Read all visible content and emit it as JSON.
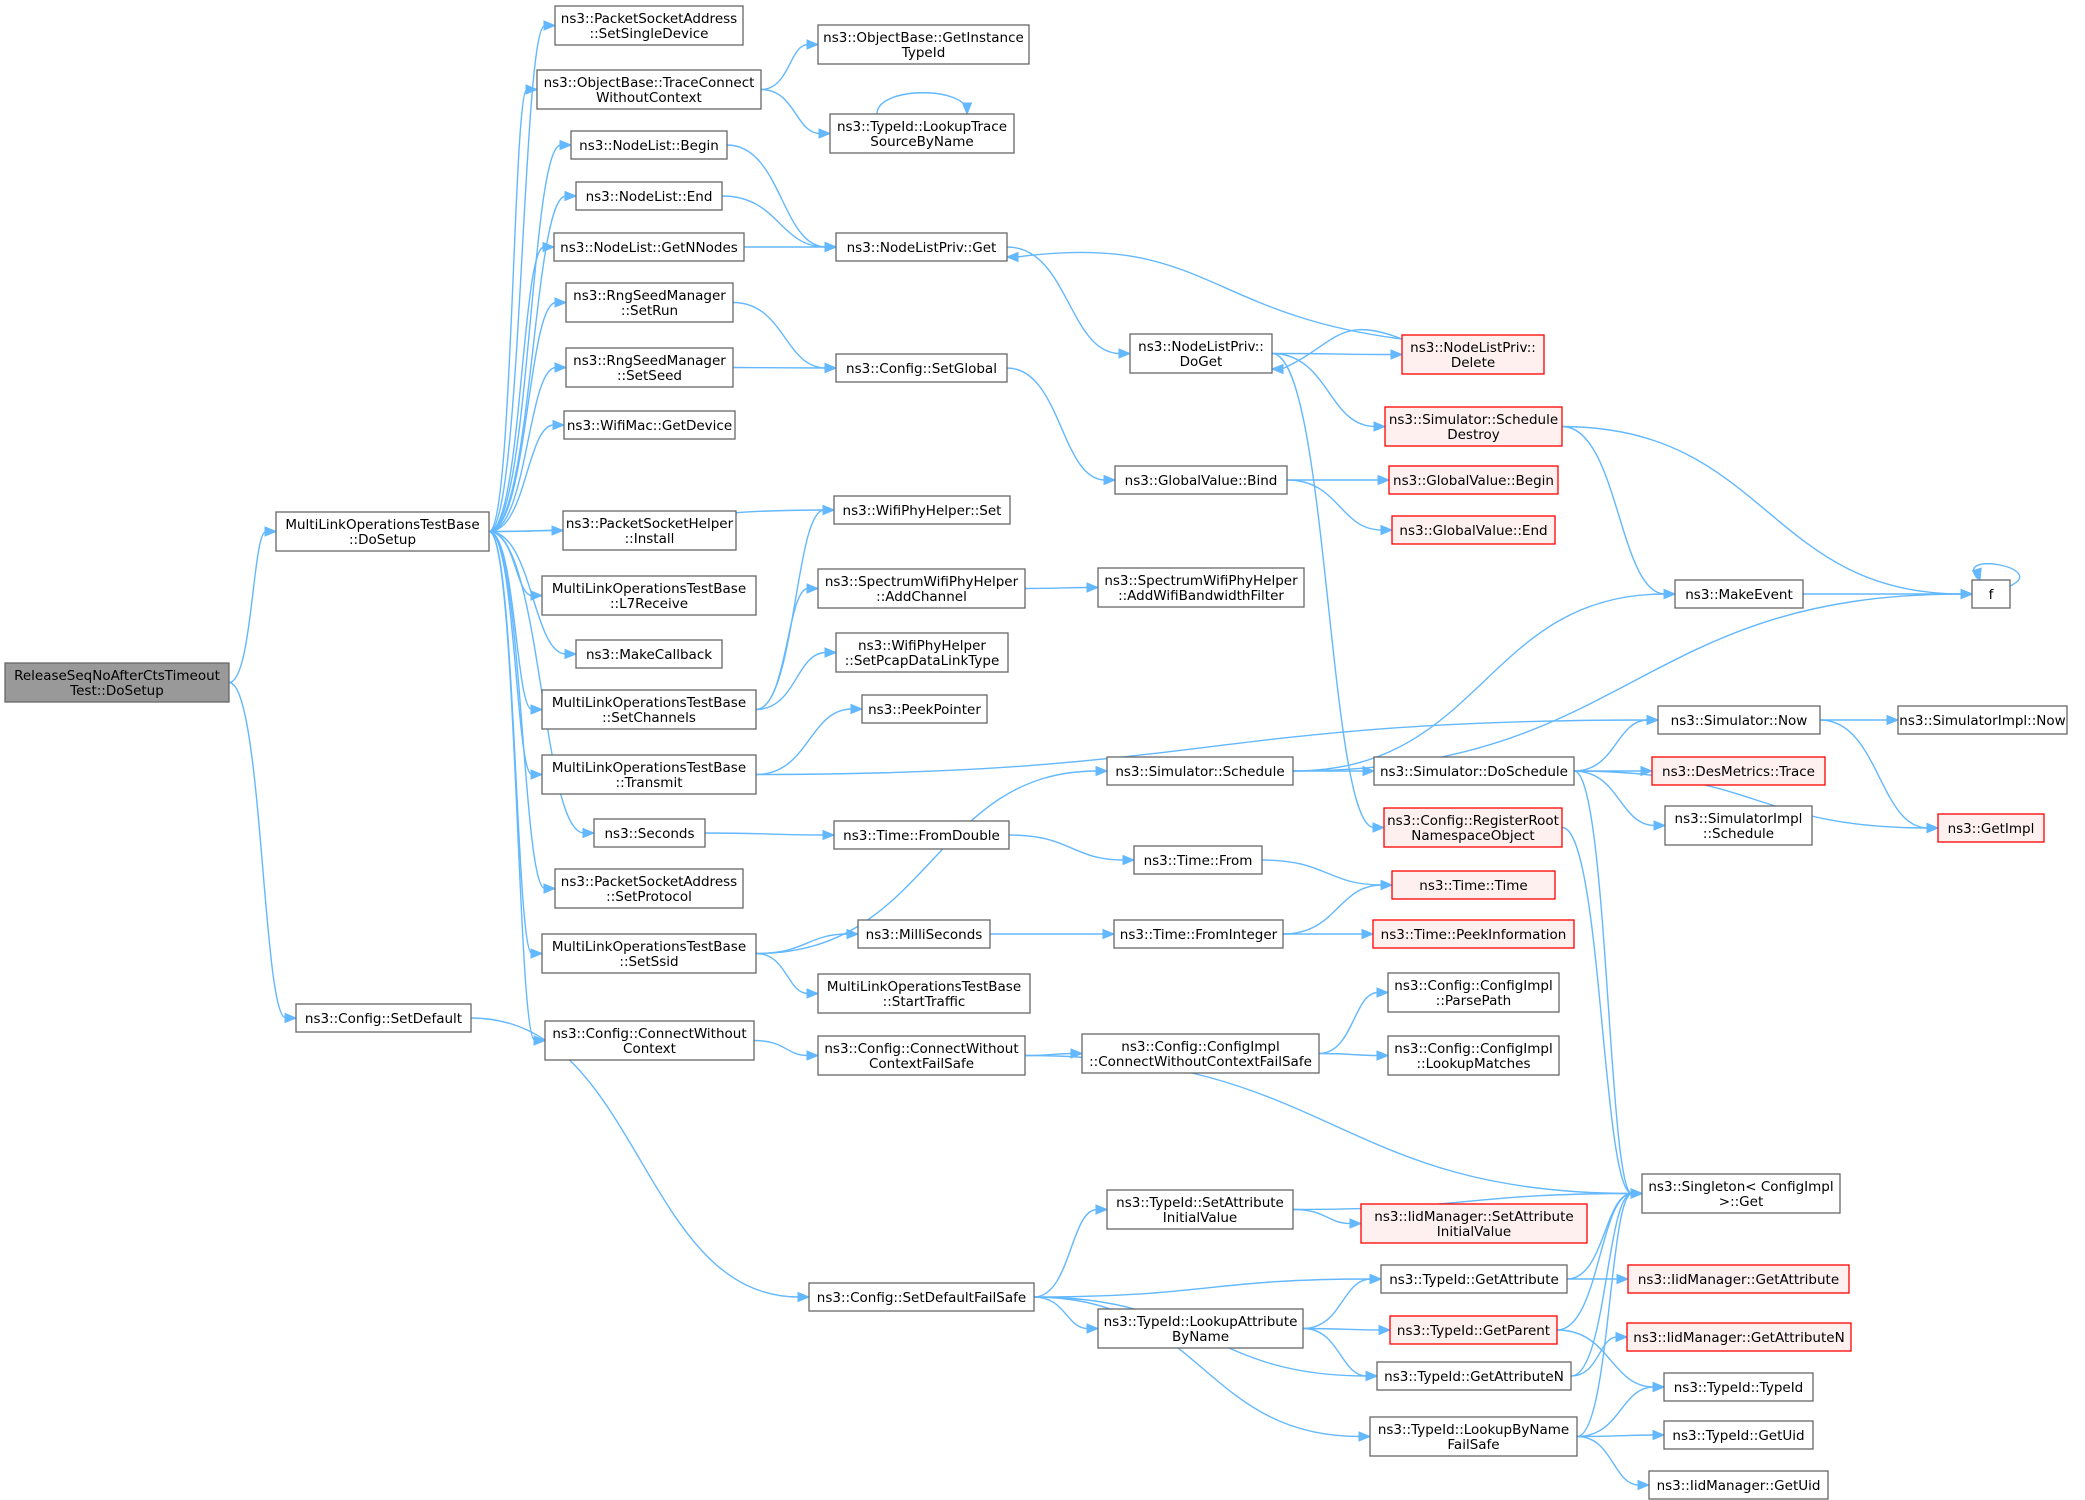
{
  "colors": {
    "root_fill": "#999999",
    "root_stroke": "#666666",
    "normal_fill": "#ffffff",
    "normal_stroke": "#666666",
    "truncated_fill": "#fff0f0",
    "truncated_stroke": "#ff0000",
    "edge": "#63b8ff"
  },
  "nodes": [
    {
      "id": "root",
      "lines": [
        "ReleaseSeqNoAfterCtsTimeout",
        "Test::DoSetup"
      ],
      "kind": "root"
    },
    {
      "id": "mlotb_dosetup",
      "lines": [
        "MultiLinkOperationsTestBase",
        "::DoSetup"
      ],
      "kind": "normal"
    },
    {
      "id": "cfg_setdefault",
      "lines": [
        "ns3::Config::SetDefault"
      ],
      "kind": "normal"
    },
    {
      "id": "psa_setsingle",
      "lines": [
        "ns3::PacketSocketAddress",
        "::SetSingleDevice"
      ],
      "kind": "normal"
    },
    {
      "id": "ob_traceconnect",
      "lines": [
        "ns3::ObjectBase::TraceConnect",
        "WithoutContext"
      ],
      "kind": "normal"
    },
    {
      "id": "nl_begin",
      "lines": [
        "ns3::NodeList::Begin"
      ],
      "kind": "normal"
    },
    {
      "id": "nl_end",
      "lines": [
        "ns3::NodeList::End"
      ],
      "kind": "normal"
    },
    {
      "id": "nl_getn",
      "lines": [
        "ns3::NodeList::GetNNodes"
      ],
      "kind": "normal"
    },
    {
      "id": "rsm_setrun",
      "lines": [
        "ns3::RngSeedManager",
        "::SetRun"
      ],
      "kind": "normal"
    },
    {
      "id": "rsm_setseed",
      "lines": [
        "ns3::RngSeedManager",
        "::SetSeed"
      ],
      "kind": "normal"
    },
    {
      "id": "wm_getdevice",
      "lines": [
        "ns3::WifiMac::GetDevice"
      ],
      "kind": "normal"
    },
    {
      "id": "psh_install",
      "lines": [
        "ns3::PacketSocketHelper",
        "::Install"
      ],
      "kind": "normal"
    },
    {
      "id": "mlotb_l7",
      "lines": [
        "MultiLinkOperationsTestBase",
        "::L7Receive"
      ],
      "kind": "normal"
    },
    {
      "id": "makecallback",
      "lines": [
        "ns3::MakeCallback"
      ],
      "kind": "normal"
    },
    {
      "id": "mlotb_setchannels",
      "lines": [
        "MultiLinkOperationsTestBase",
        "::SetChannels"
      ],
      "kind": "normal"
    },
    {
      "id": "mlotb_transmit",
      "lines": [
        "MultiLinkOperationsTestBase",
        "::Transmit"
      ],
      "kind": "normal"
    },
    {
      "id": "seconds",
      "lines": [
        "ns3::Seconds"
      ],
      "kind": "normal"
    },
    {
      "id": "psa_setprotocol",
      "lines": [
        "ns3::PacketSocketAddress",
        "::SetProtocol"
      ],
      "kind": "normal"
    },
    {
      "id": "mlotb_setssid",
      "lines": [
        "MultiLinkOperationsTestBase",
        "::SetSsid"
      ],
      "kind": "normal"
    },
    {
      "id": "cfg_connectwithout",
      "lines": [
        "ns3::Config::ConnectWithout",
        "Context"
      ],
      "kind": "normal"
    },
    {
      "id": "ob_getinstance",
      "lines": [
        "ns3::ObjectBase::GetInstance",
        "TypeId"
      ],
      "kind": "normal"
    },
    {
      "id": "tid_lookuptrace",
      "lines": [
        "ns3::TypeId::LookupTrace",
        "SourceByName"
      ],
      "kind": "normal"
    },
    {
      "id": "nlp_get",
      "lines": [
        "ns3::NodeListPriv::Get"
      ],
      "kind": "normal"
    },
    {
      "id": "cfg_setglobal",
      "lines": [
        "ns3::Config::SetGlobal"
      ],
      "kind": "normal"
    },
    {
      "id": "wph_set",
      "lines": [
        "ns3::WifiPhyHelper::Set"
      ],
      "kind": "normal"
    },
    {
      "id": "swph_addchannel",
      "lines": [
        "ns3::SpectrumWifiPhyHelper",
        "::AddChannel"
      ],
      "kind": "normal"
    },
    {
      "id": "wph_setpcap",
      "lines": [
        "ns3::WifiPhyHelper",
        "::SetPcapDataLinkType"
      ],
      "kind": "normal"
    },
    {
      "id": "peekpointer",
      "lines": [
        "ns3::PeekPointer"
      ],
      "kind": "normal"
    },
    {
      "id": "time_fromdouble",
      "lines": [
        "ns3::Time::FromDouble"
      ],
      "kind": "normal"
    },
    {
      "id": "milliseconds",
      "lines": [
        "ns3::MilliSeconds"
      ],
      "kind": "normal"
    },
    {
      "id": "mlotb_starttraffic",
      "lines": [
        "MultiLinkOperationsTestBase",
        "::StartTraffic"
      ],
      "kind": "normal"
    },
    {
      "id": "cfg_connectfailsafe",
      "lines": [
        "ns3::Config::ConnectWithout",
        "ContextFailSafe"
      ],
      "kind": "normal"
    },
    {
      "id": "cfg_setdefaultfailsafe",
      "lines": [
        "ns3::Config::SetDefaultFailSafe"
      ],
      "kind": "normal"
    },
    {
      "id": "nlp_doget",
      "lines": [
        "ns3::NodeListPriv::",
        "DoGet"
      ],
      "kind": "normal"
    },
    {
      "id": "gv_bind",
      "lines": [
        "ns3::GlobalValue::Bind"
      ],
      "kind": "normal"
    },
    {
      "id": "swph_addwifibw",
      "lines": [
        "ns3::SpectrumWifiPhyHelper",
        "::AddWifiBandwidthFilter"
      ],
      "kind": "normal"
    },
    {
      "id": "sim_schedule",
      "lines": [
        "ns3::Simulator::Schedule"
      ],
      "kind": "normal"
    },
    {
      "id": "time_from",
      "lines": [
        "ns3::Time::From"
      ],
      "kind": "normal"
    },
    {
      "id": "time_frominteger",
      "lines": [
        "ns3::Time::FromInteger"
      ],
      "kind": "normal"
    },
    {
      "id": "cci_connectfailsafe",
      "lines": [
        "ns3::Config::ConfigImpl",
        "::ConnectWithoutContextFailSafe"
      ],
      "kind": "normal"
    },
    {
      "id": "tid_setattrinit",
      "lines": [
        "ns3::TypeId::SetAttribute",
        "InitialValue"
      ],
      "kind": "normal"
    },
    {
      "id": "tid_lookupattr",
      "lines": [
        "ns3::TypeId::LookupAttribute",
        "ByName"
      ],
      "kind": "normal"
    },
    {
      "id": "nlp_delete",
      "lines": [
        "ns3::NodeListPriv::",
        "Delete"
      ],
      "kind": "truncated"
    },
    {
      "id": "sim_scheduledestroy",
      "lines": [
        "ns3::Simulator::Schedule",
        "Destroy"
      ],
      "kind": "truncated"
    },
    {
      "id": "gv_begin",
      "lines": [
        "ns3::GlobalValue::Begin"
      ],
      "kind": "truncated"
    },
    {
      "id": "gv_end",
      "lines": [
        "ns3::GlobalValue::End"
      ],
      "kind": "truncated"
    },
    {
      "id": "sim_doschedule",
      "lines": [
        "ns3::Simulator::DoSchedule"
      ],
      "kind": "normal"
    },
    {
      "id": "cfg_registerroot",
      "lines": [
        "ns3::Config::RegisterRoot",
        "NamespaceObject"
      ],
      "kind": "truncated"
    },
    {
      "id": "time_time",
      "lines": [
        "ns3::Time::Time"
      ],
      "kind": "truncated"
    },
    {
      "id": "time_peekinfo",
      "lines": [
        "ns3::Time::PeekInformation"
      ],
      "kind": "truncated"
    },
    {
      "id": "cci_parsepath",
      "lines": [
        "ns3::Config::ConfigImpl",
        "::ParsePath"
      ],
      "kind": "normal"
    },
    {
      "id": "cci_lookupmatches",
      "lines": [
        "ns3::Config::ConfigImpl",
        "::LookupMatches"
      ],
      "kind": "normal"
    },
    {
      "id": "iid_setattrinit",
      "lines": [
        "ns3::IidManager::SetAttribute",
        "InitialValue"
      ],
      "kind": "truncated"
    },
    {
      "id": "tid_getattribute",
      "lines": [
        "ns3::TypeId::GetAttribute"
      ],
      "kind": "normal"
    },
    {
      "id": "tid_getparent",
      "lines": [
        "ns3::TypeId::GetParent"
      ],
      "kind": "truncated"
    },
    {
      "id": "tid_getattributen",
      "lines": [
        "ns3::TypeId::GetAttributeN"
      ],
      "kind": "normal"
    },
    {
      "id": "tid_lookupbyname",
      "lines": [
        "ns3::TypeId::LookupByName",
        "FailSafe"
      ],
      "kind": "normal"
    },
    {
      "id": "makeevent",
      "lines": [
        "ns3::MakeEvent"
      ],
      "kind": "normal"
    },
    {
      "id": "sim_now",
      "lines": [
        "ns3::Simulator::Now"
      ],
      "kind": "normal"
    },
    {
      "id": "desmetrics",
      "lines": [
        "ns3::DesMetrics::Trace"
      ],
      "kind": "truncated"
    },
    {
      "id": "simimpl_schedule",
      "lines": [
        "ns3::SimulatorImpl",
        "::Schedule"
      ],
      "kind": "normal"
    },
    {
      "id": "singleton_get",
      "lines": [
        "ns3::Singleton< ConfigImpl",
        ">::Get"
      ],
      "kind": "normal"
    },
    {
      "id": "iid_getattribute",
      "lines": [
        "ns3::IidManager::GetAttribute"
      ],
      "kind": "truncated"
    },
    {
      "id": "iid_getattributen",
      "lines": [
        "ns3::IidManager::GetAttributeN"
      ],
      "kind": "truncated"
    },
    {
      "id": "tid_typeid",
      "lines": [
        "ns3::TypeId::TypeId"
      ],
      "kind": "normal"
    },
    {
      "id": "tid_getuid",
      "lines": [
        "ns3::TypeId::GetUid"
      ],
      "kind": "normal"
    },
    {
      "id": "iid_getuid",
      "lines": [
        "ns3::IidManager::GetUid"
      ],
      "kind": "normal"
    },
    {
      "id": "f",
      "lines": [
        "f"
      ],
      "kind": "normal"
    },
    {
      "id": "simimpl_now",
      "lines": [
        "ns3::SimulatorImpl::Now"
      ],
      "kind": "normal"
    },
    {
      "id": "getimpl",
      "lines": [
        "ns3::GetImpl"
      ],
      "kind": "truncated"
    }
  ],
  "edges": [
    [
      "root",
      "mlotb_dosetup"
    ],
    [
      "root",
      "cfg_setdefault"
    ],
    [
      "mlotb_dosetup",
      "psa_setsingle"
    ],
    [
      "mlotb_dosetup",
      "ob_traceconnect"
    ],
    [
      "mlotb_dosetup",
      "nl_begin"
    ],
    [
      "mlotb_dosetup",
      "nl_end"
    ],
    [
      "mlotb_dosetup",
      "nl_getn"
    ],
    [
      "mlotb_dosetup",
      "rsm_setrun"
    ],
    [
      "mlotb_dosetup",
      "rsm_setseed"
    ],
    [
      "mlotb_dosetup",
      "wm_getdevice"
    ],
    [
      "mlotb_dosetup",
      "wph_set"
    ],
    [
      "mlotb_dosetup",
      "psh_install"
    ],
    [
      "mlotb_dosetup",
      "mlotb_l7"
    ],
    [
      "mlotb_dosetup",
      "makecallback"
    ],
    [
      "mlotb_dosetup",
      "mlotb_setchannels"
    ],
    [
      "mlotb_dosetup",
      "mlotb_transmit"
    ],
    [
      "mlotb_dosetup",
      "seconds"
    ],
    [
      "mlotb_dosetup",
      "psa_setprotocol"
    ],
    [
      "mlotb_dosetup",
      "mlotb_setssid"
    ],
    [
      "mlotb_dosetup",
      "cfg_connectwithout"
    ],
    [
      "cfg_setdefault",
      "cfg_setdefaultfailsafe"
    ],
    [
      "ob_traceconnect",
      "ob_getinstance"
    ],
    [
      "ob_traceconnect",
      "tid_lookuptrace"
    ],
    [
      "tid_lookuptrace",
      "tid_lookuptrace"
    ],
    [
      "nl_begin",
      "nlp_get"
    ],
    [
      "nl_end",
      "nlp_get"
    ],
    [
      "nl_getn",
      "nlp_get"
    ],
    [
      "rsm_setrun",
      "cfg_setglobal"
    ],
    [
      "rsm_setseed",
      "cfg_setglobal"
    ],
    [
      "mlotb_setchannels",
      "wph_set"
    ],
    [
      "mlotb_setchannels",
      "swph_addchannel"
    ],
    [
      "mlotb_setchannels",
      "wph_setpcap"
    ],
    [
      "mlotb_transmit",
      "peekpointer"
    ],
    [
      "mlotb_transmit",
      "sim_now"
    ],
    [
      "seconds",
      "time_fromdouble"
    ],
    [
      "mlotb_setssid",
      "sim_schedule"
    ],
    [
      "mlotb_setssid",
      "milliseconds"
    ],
    [
      "mlotb_setssid",
      "mlotb_starttraffic"
    ],
    [
      "cfg_connectwithout",
      "cfg_connectfailsafe"
    ],
    [
      "nlp_get",
      "nlp_doget"
    ],
    [
      "cfg_setglobal",
      "gv_bind"
    ],
    [
      "swph_addchannel",
      "swph_addwifibw"
    ],
    [
      "time_fromdouble",
      "time_from"
    ],
    [
      "milliseconds",
      "time_frominteger"
    ],
    [
      "cfg_connectfailsafe",
      "cci_connectfailsafe"
    ],
    [
      "cfg_connectfailsafe",
      "singleton_get"
    ],
    [
      "cfg_setdefaultfailsafe",
      "tid_setattrinit"
    ],
    [
      "cfg_setdefaultfailsafe",
      "tid_getattribute"
    ],
    [
      "cfg_setdefaultfailsafe",
      "tid_lookupattr"
    ],
    [
      "cfg_setdefaultfailsafe",
      "tid_getattributen"
    ],
    [
      "cfg_setdefaultfailsafe",
      "tid_lookupbyname"
    ],
    [
      "nlp_doget",
      "nlp_delete"
    ],
    [
      "nlp_doget",
      "sim_scheduledestroy"
    ],
    [
      "nlp_doget",
      "cfg_registerroot"
    ],
    [
      "nlp_delete",
      "nlp_doget"
    ],
    [
      "nlp_delete",
      "nlp_get"
    ],
    [
      "gv_bind",
      "gv_begin"
    ],
    [
      "gv_bind",
      "gv_end"
    ],
    [
      "sim_schedule",
      "makeevent"
    ],
    [
      "sim_schedule",
      "f"
    ],
    [
      "sim_schedule",
      "sim_doschedule"
    ],
    [
      "time_from",
      "time_time"
    ],
    [
      "time_frominteger",
      "time_time"
    ],
    [
      "time_frominteger",
      "time_peekinfo"
    ],
    [
      "cci_connectfailsafe",
      "cci_parsepath"
    ],
    [
      "cci_connectfailsafe",
      "cci_lookupmatches"
    ],
    [
      "tid_setattrinit",
      "singleton_get"
    ],
    [
      "tid_setattrinit",
      "iid_setattrinit"
    ],
    [
      "tid_lookupattr",
      "tid_getattribute"
    ],
    [
      "tid_lookupattr",
      "tid_getparent"
    ],
    [
      "tid_lookupattr",
      "tid_getattributen"
    ],
    [
      "sim_scheduledestroy",
      "makeevent"
    ],
    [
      "sim_scheduledestroy",
      "f"
    ],
    [
      "sim_doschedule",
      "sim_now"
    ],
    [
      "sim_doschedule",
      "desmetrics"
    ],
    [
      "sim_doschedule",
      "simimpl_schedule"
    ],
    [
      "sim_doschedule",
      "getimpl"
    ],
    [
      "sim_doschedule",
      "singleton_get"
    ],
    [
      "cfg_registerroot",
      "singleton_get"
    ],
    [
      "tid_getattribute",
      "singleton_get"
    ],
    [
      "tid_getattribute",
      "iid_getattribute"
    ],
    [
      "tid_getparent",
      "singleton_get"
    ],
    [
      "tid_getparent",
      "tid_typeid"
    ],
    [
      "tid_getattributen",
      "singleton_get"
    ],
    [
      "tid_getattributen",
      "iid_getattributen"
    ],
    [
      "tid_lookupbyname",
      "singleton_get"
    ],
    [
      "tid_lookupbyname",
      "tid_typeid"
    ],
    [
      "tid_lookupbyname",
      "tid_getuid"
    ],
    [
      "tid_lookupbyname",
      "iid_getuid"
    ],
    [
      "makeevent",
      "f"
    ],
    [
      "f",
      "f"
    ],
    [
      "sim_now",
      "simimpl_now"
    ],
    [
      "sim_now",
      "getimpl"
    ]
  ]
}
